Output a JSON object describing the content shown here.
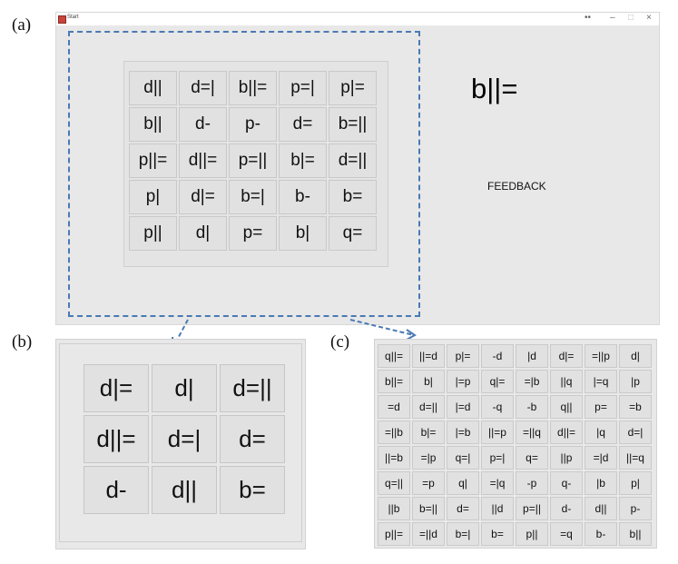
{
  "labels": {
    "a": "(a)",
    "b": "(b)",
    "c": "(c)"
  },
  "window": {
    "title": "Start",
    "controls": [
      "••",
      "–",
      "□",
      "×"
    ],
    "grid": [
      [
        "d||",
        "d=|",
        "b||=",
        "p=|",
        "p|="
      ],
      [
        "b||",
        "d-",
        "p-",
        "d=",
        "b=||"
      ],
      [
        "p||=",
        "d||=",
        "p=||",
        "b|=",
        "d=||"
      ],
      [
        "p|",
        "d|=",
        "b=|",
        "b-",
        "b="
      ],
      [
        "p||",
        "d|",
        "p=",
        "b|",
        "q="
      ]
    ],
    "target": "b||=",
    "feedback": "FEEDBACK"
  },
  "panel_b": {
    "grid": [
      [
        "d|=",
        "d|",
        "d=||"
      ],
      [
        "d||=",
        "d=|",
        "d="
      ],
      [
        "d-",
        "d||",
        "b="
      ]
    ]
  },
  "panel_c": {
    "grid": [
      [
        "q||=",
        "||=d",
        "p|=",
        "-d",
        "|d",
        "d|=",
        "=||p",
        "d|"
      ],
      [
        "b||=",
        "b|",
        "|=p",
        "q|=",
        "=|b",
        "||q",
        "|=q",
        "|p"
      ],
      [
        "=d",
        "d=||",
        "|=d",
        "-q",
        "-b",
        "q||",
        "p=",
        "=b"
      ],
      [
        "=||b",
        "b|=",
        "|=b",
        "||=p",
        "=||q",
        "d||=",
        "|q",
        "d=|"
      ],
      [
        "||=b",
        "=|p",
        "q=|",
        "p=|",
        "q=",
        "||p",
        "=|d",
        "||=q"
      ],
      [
        "q=||",
        "=p",
        "q|",
        "=|q",
        "-p",
        "q-",
        "|b",
        "p|"
      ],
      [
        "||b",
        "b=||",
        "d=",
        "||d",
        "p=||",
        "d-",
        "d||",
        "p-"
      ],
      [
        "p||=",
        "=||d",
        "b=|",
        "b=",
        "p||",
        "=q",
        "b-",
        "b||"
      ]
    ]
  },
  "colors": {
    "dash": "#4a7ab4",
    "window_bg": "#e8e8e8",
    "cell_bg": "#e1e1e1"
  }
}
